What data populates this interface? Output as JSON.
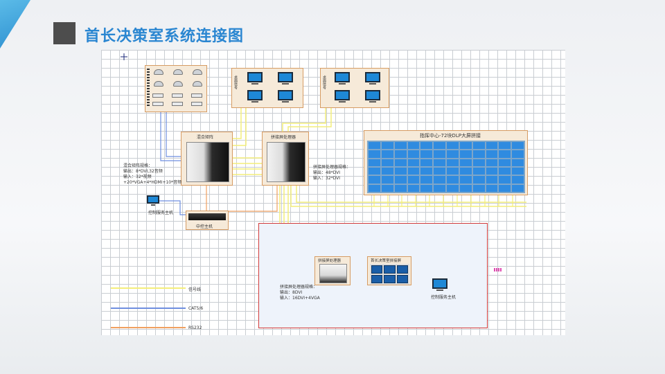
{
  "page_title": "首长决策室系统连接图",
  "top_section": {
    "matrix": {
      "title": "混合矩阵",
      "desc_lines": [
        "混合矩阵规格：",
        "输出：8*DVI,32音频",
        "输入：32*视频",
        "+20*VGA+4*HDMI+10*音频"
      ]
    },
    "splicer": {
      "title": "拼接屏处理器",
      "desc_lines": [
        "拼接屏处理器规格：",
        "输出：48*DVI",
        "输入：32*DVI"
      ]
    },
    "monitor_group_1_label": "桌面信号",
    "monitor_group_2_label": "桌面信号",
    "dlp_title": "指挥中心-72块DLP大屏拼接",
    "control_host_label": "控制服务主机",
    "central_control_label": "中控主机"
  },
  "bottom_section": {
    "splicer": {
      "title": "拼接屏处理器",
      "desc_lines": [
        "拼接屏处理器规格：",
        "输出：8DVI",
        "输入：16DVI+4VGA"
      ]
    },
    "wall_title": "首长决策室拼接屏",
    "control_host_label": "控制服务主机"
  },
  "legend": [
    {
      "label": "信号线",
      "color": "#f4ee7a"
    },
    {
      "label": "CAT5/6",
      "color": "#6f8fe0"
    },
    {
      "label": "RS232",
      "color": "#f0a060"
    }
  ],
  "colors": {
    "accent": "#2a86d1",
    "signal": "#f4ee7a",
    "cat": "#6f8fe0",
    "rs232": "#f0a060",
    "frame": "#d23a3a"
  },
  "icons": [
    "camera-icon",
    "monitor-icon",
    "matrix-device-icon",
    "processor-device-icon",
    "pc-icon",
    "controller-icon",
    "crosshair-icon"
  ]
}
